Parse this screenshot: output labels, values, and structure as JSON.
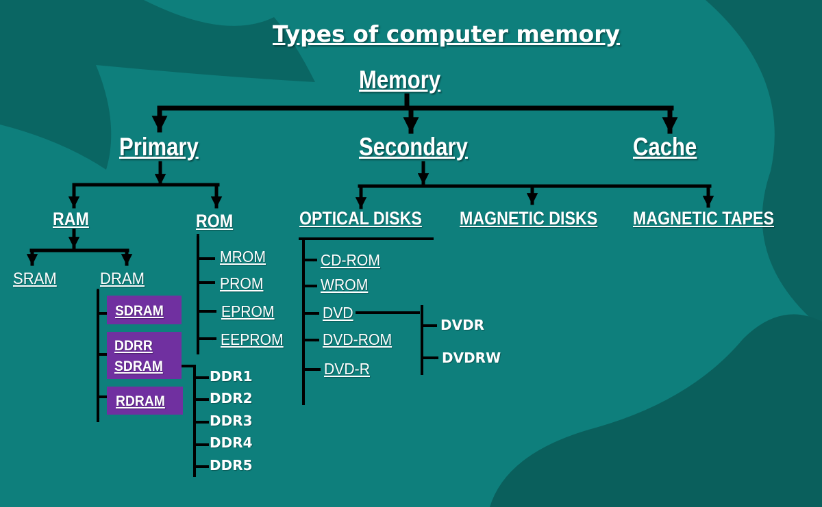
{
  "title": "Types of computer memory",
  "root": "Memory",
  "level1": {
    "primary": "Primary",
    "secondary": "Secondary",
    "cache": "Cache"
  },
  "primary": {
    "ram": "RAM",
    "rom": "ROM",
    "ram_children": {
      "sram": "SRAM",
      "dram": "DRAM"
    },
    "dram_children": {
      "sdram": "SDRAM",
      "ddrr_line1": "DDRR",
      "ddrr_line2": "SDRAM",
      "rdram": "RDRAM"
    },
    "ddr_types": [
      "DDR1",
      "DDR2",
      "DDR3",
      "DDR4",
      "DDR5"
    ],
    "rom_types": [
      "MROM",
      "PROM",
      "EPROM",
      "EEPROM"
    ]
  },
  "secondary": {
    "optical": "OPTICAL DISKS",
    "magnetic_disks": "MAGNETIC DISKS",
    "magnetic_tapes": "MAGNETIC TAPES",
    "optical_types": [
      "CD-ROM",
      "WROM",
      "DVD",
      "DVD-ROM",
      "DVD-R"
    ],
    "dvd_types": [
      "DVDR",
      "DVDRW"
    ]
  },
  "colors": {
    "background": "#0e7f7c",
    "background_shade": "#0a5f5c",
    "text": "#ffffff",
    "connector": "#000000",
    "highlight_box": "#7030a0"
  }
}
